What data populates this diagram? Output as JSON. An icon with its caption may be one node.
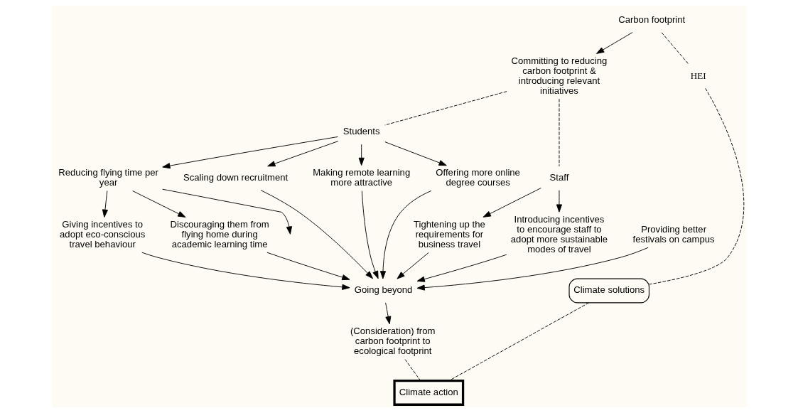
{
  "diagram": {
    "nodes": [
      {
        "text": [
          "Committing to reducing carbon footprint & introducing relevant initiatives"
        ]
      },
      {
        "text": [
          "Students"
        ]
      },
      {
        "text": [
          "Reducing flying time per year"
        ]
      },
      {
        "text": [
          "Scaling down recruitment"
        ]
      },
      {
        "text": [
          "Making remote learning more attractive"
        ]
      },
      {
        "text": [
          "Providing better festivals on campus"
        ]
      },
      {
        "text": [
          "Offering more online degree courses"
        ]
      },
      {
        "text": [
          "Carbon footprint"
        ]
      },
      {
        "text": [
          "Tightening up the requirements for business travel"
        ]
      },
      {
        "text": [
          "Going beyond"
        ]
      },
      {
        "text": [
          "Giving incentives to adopt eco-conscious travel behaviour"
        ]
      },
      {
        "text": [
          "HEI"
        ]
      },
      {
        "text": [
          "Discouraging them from flying home during academic learning time"
        ]
      },
      {
        "text": [
          "Staff"
        ]
      },
      {
        "text": [
          "Introducing incentives to encourage staff to adopt more sustainable modes of travel"
        ]
      },
      {
        "text": [
          "(Consideration) from carbon footprint to ecological footprint"
        ]
      },
      {
        "text": [
          "Climate solutions"
        ]
      },
      {
        "text": [
          "Climate action"
        ]
      }
    ],
    "edges": [
      {
        "from": 0,
        "to": 1,
        "arrow": "none",
        "style": "dashed"
      },
      {
        "from": 0,
        "to": 13,
        "arrow": "none",
        "style": "dashed"
      },
      {
        "from": 7,
        "to": 0,
        "arrow": "to"
      },
      {
        "from": 7,
        "to": 11,
        "arrow": "none",
        "style": "dashed"
      },
      {
        "from": 11,
        "to": 16,
        "arrow": "none",
        "style": "dashed"
      },
      {
        "from": 1,
        "to": 2,
        "arrow": "to"
      },
      {
        "from": 1,
        "to": 3,
        "arrow": "to"
      },
      {
        "from": 1,
        "to": 4,
        "arrow": "to"
      },
      {
        "from": 1,
        "to": 6,
        "arrow": "to"
      },
      {
        "from": 2,
        "to": null,
        "arrow": "to"
      },
      {
        "from": 2,
        "to": 10,
        "arrow": "to"
      },
      {
        "from": 2,
        "to": 12,
        "arrow": "to"
      },
      {
        "from": 3,
        "to": 9,
        "arrow": "to"
      },
      {
        "from": 4,
        "to": 9,
        "arrow": "to"
      },
      {
        "from": 5,
        "to": 9,
        "arrow": "to"
      },
      {
        "from": 6,
        "to": 9,
        "arrow": "to"
      },
      {
        "from": 8,
        "to": 9,
        "arrow": "to"
      },
      {
        "from": 10,
        "to": 9,
        "arrow": "to"
      },
      {
        "from": 12,
        "to": 9,
        "arrow": "to"
      },
      {
        "from": 14,
        "to": 9,
        "arrow": "to"
      },
      {
        "from": 13,
        "to": 8,
        "arrow": "to"
      },
      {
        "from": 13,
        "to": 14,
        "arrow": "to"
      },
      {
        "from": 9,
        "to": 15,
        "arrow": "to"
      },
      {
        "from": 15,
        "to": 17,
        "arrow": "none",
        "style": "dashed"
      },
      {
        "from": 16,
        "to": 17,
        "arrow": "none",
        "style": "dashed"
      }
    ]
  }
}
